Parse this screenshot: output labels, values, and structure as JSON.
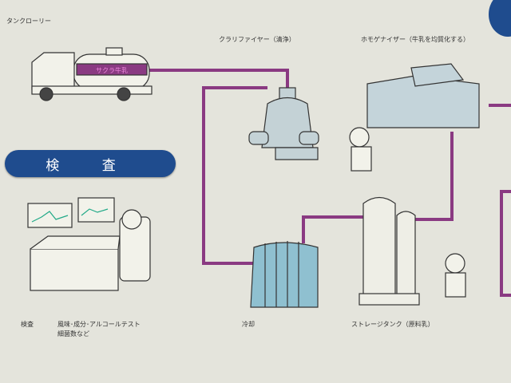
{
  "labels": {
    "tank_lorry": "タンクローリー",
    "clarifier": "クラリファイヤー（清浄）",
    "homogenizer": "ホモゲナイザー（牛乳を均質化する）",
    "inspection_button": "検 査",
    "inspection": "検査",
    "inspection_detail_1": "風味･成分･アルコールテスト",
    "inspection_detail_2": "細菌数など",
    "cooling": "冷却",
    "storage_tank": "ストレージタンク（原料乳）",
    "truck_sign": "サクラ牛乳"
  },
  "colors": {
    "pipe": "#8a3a82",
    "accent": "#1f4c8e",
    "background": "#e4e4dc",
    "machine": "#b8d2dc"
  }
}
